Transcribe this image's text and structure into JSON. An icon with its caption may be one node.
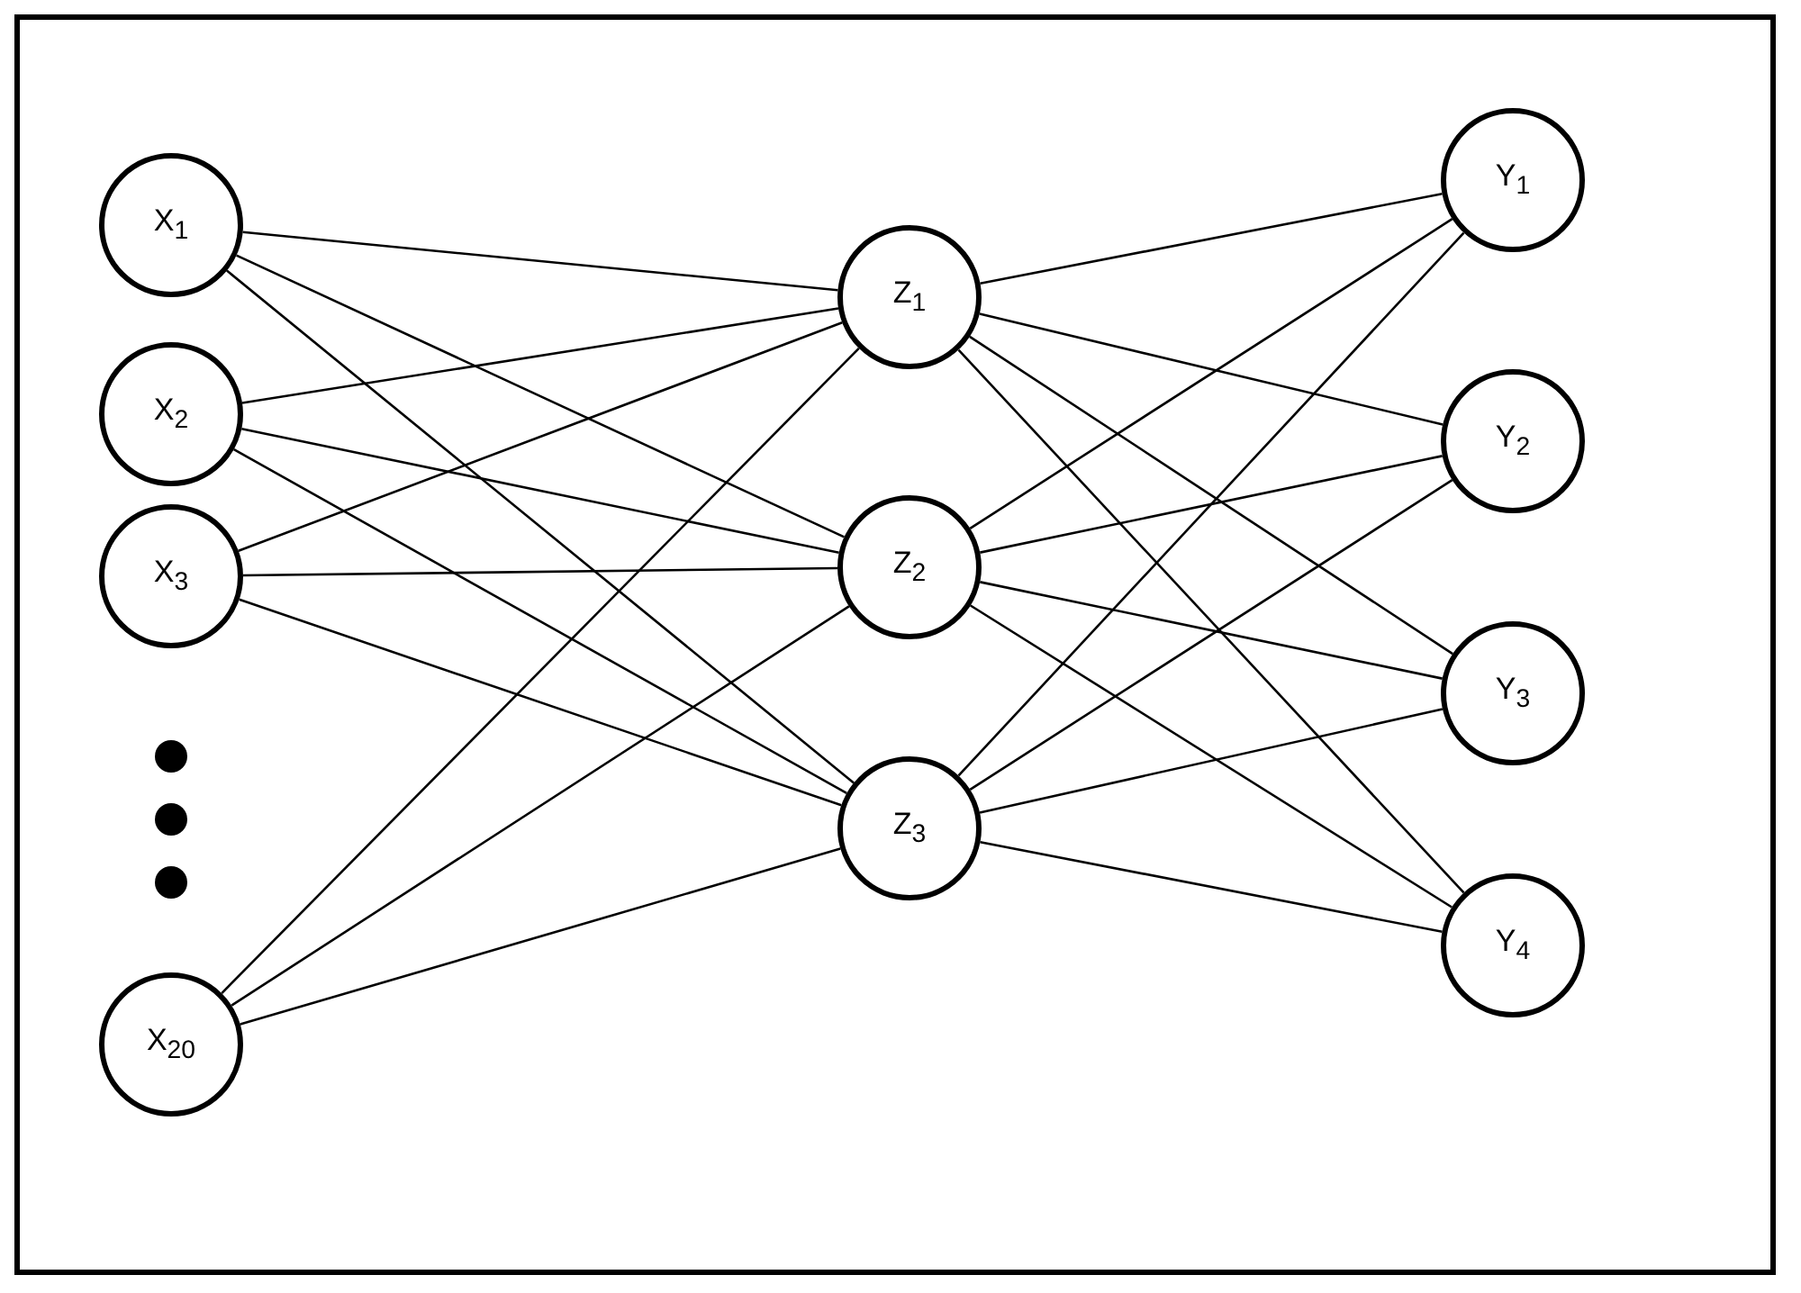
{
  "diagram": {
    "nodes": [
      {
        "text": [
          "X$_{1}$"
        ]
      },
      {
        "text": [
          "X$_{2}$"
        ]
      },
      {
        "text": [
          "X$_{3}$"
        ]
      },
      {
        "text": [
          "X$_{20}$"
        ]
      },
      {
        "text": [
          "Z$_{1}$"
        ]
      },
      {
        "text": [
          "Z$_{2}$"
        ]
      },
      {
        "text": [
          "Z$_{3}$"
        ]
      },
      {
        "text": [
          "Y$_{1}$"
        ]
      },
      {
        "text": [
          "Y$_{2}$"
        ]
      },
      {
        "text": [
          "Y$_{3}$"
        ]
      },
      {
        "text": [
          "Y$_{4}$"
        ]
      }
    ],
    "edges": [
      {
        "from": 0,
        "to": 4,
        "arrow": "none"
      },
      {
        "from": 0,
        "to": 5,
        "arrow": "none"
      },
      {
        "from": 0,
        "to": 6,
        "arrow": "none"
      },
      {
        "from": 1,
        "to": 4,
        "arrow": "none"
      },
      {
        "from": 1,
        "to": 5,
        "arrow": "none"
      },
      {
        "from": 1,
        "to": 6,
        "arrow": "none"
      },
      {
        "from": 2,
        "to": 4,
        "arrow": "none"
      },
      {
        "from": 2,
        "to": 5,
        "arrow": "none"
      },
      {
        "from": 2,
        "to": 6,
        "arrow": "none"
      },
      {
        "from": 3,
        "to": 4,
        "arrow": "none"
      },
      {
        "from": 3,
        "to": 5,
        "arrow": "none"
      },
      {
        "from": 3,
        "to": 6,
        "arrow": "none"
      },
      {
        "from": 4,
        "to": 7,
        "arrow": "none"
      },
      {
        "from": 4,
        "to": 8,
        "arrow": "none"
      },
      {
        "from": 4,
        "to": 9,
        "arrow": "none"
      },
      {
        "from": 4,
        "to": 10,
        "arrow": "none"
      },
      {
        "from": 5,
        "to": 7,
        "arrow": "none"
      },
      {
        "from": 5,
        "to": 8,
        "arrow": "none"
      },
      {
        "from": 5,
        "to": 9,
        "arrow": "none"
      },
      {
        "from": 5,
        "to": 10,
        "arrow": "none"
      },
      {
        "from": 6,
        "to": 7,
        "arrow": "none"
      },
      {
        "from": 6,
        "to": 8,
        "arrow": "none"
      },
      {
        "from": 6,
        "to": 9,
        "arrow": "none"
      },
      {
        "from": 6,
        "to": 10,
        "arrow": "none"
      }
    ]
  }
}
